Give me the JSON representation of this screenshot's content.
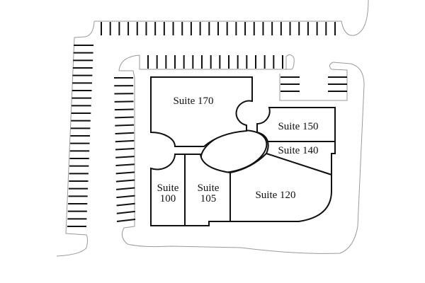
{
  "colors": {
    "wall": "#111111",
    "lot_outline": "#9a9a9a",
    "background": "#ffffff"
  },
  "suites": [
    {
      "id": "170",
      "label": "Suite 170"
    },
    {
      "id": "150",
      "label": "Suite 150"
    },
    {
      "id": "140",
      "label": "Suite 140"
    },
    {
      "id": "120",
      "label": "Suite 120"
    },
    {
      "id": "100",
      "label_line1": "Suite",
      "label_line2": "100"
    },
    {
      "id": "105",
      "label_line1": "Suite",
      "label_line2": "105"
    }
  ],
  "parking_rows": [
    {
      "name": "top-outer",
      "count": 27
    },
    {
      "name": "top-inner",
      "count": 16
    },
    {
      "name": "left-outer",
      "count": 25
    },
    {
      "name": "left-inner",
      "count": 19
    },
    {
      "name": "right-island-left",
      "count": 3
    },
    {
      "name": "right-island-right",
      "count": 3
    }
  ]
}
